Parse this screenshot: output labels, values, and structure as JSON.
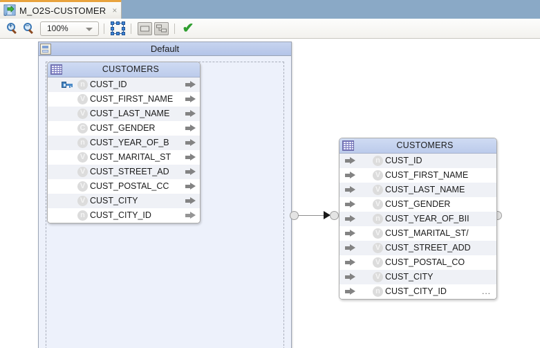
{
  "window": {
    "tab": {
      "icon": "mapping-editor-icon",
      "title": "M_O2S-CUSTOMER",
      "close_label": "×"
    }
  },
  "toolbar": {
    "zoom_in_label": "+",
    "zoom_in_name": "zoom-in-icon",
    "zoom_out_label": "−",
    "zoom_out_name": "zoom-out-icon",
    "zoom_value": "100%",
    "zoom_options": [
      "100%"
    ],
    "fit_selection_name": "fit-to-selection-icon",
    "show_attributes_name": "show-attributes-icon",
    "auto_layout_name": "auto-layout-icon",
    "validate_name": "validate-check-icon",
    "validate_label": "✔"
  },
  "canvas": {
    "pane": {
      "title": "Default",
      "icon": "swimlane-icon"
    },
    "connector": {
      "source_anchor": "source-port",
      "target_anchor": "target-port",
      "arrow": "flow-arrow"
    },
    "entities": [
      {
        "id": "source-customers",
        "title": "CUSTOMERS",
        "icon": "table-icon",
        "arrow_side": "right",
        "truncated_last_arrow": true,
        "columns": [
          {
            "name": "CUST_ID",
            "type": "n",
            "pk": true,
            "truncated": false
          },
          {
            "name": "CUST_FIRST_NAME",
            "type": "V",
            "pk": false,
            "truncated": true
          },
          {
            "name": "CUST_LAST_NAME",
            "type": "V",
            "pk": false,
            "truncated": false
          },
          {
            "name": "CUST_GENDER",
            "type": "C",
            "pk": false,
            "truncated": false
          },
          {
            "name": "CUST_YEAR_OF_B",
            "type": "n",
            "pk": false,
            "truncated": true
          },
          {
            "name": "CUST_MARITAL_ST",
            "type": "V",
            "pk": false,
            "truncated": true
          },
          {
            "name": "CUST_STREET_AD",
            "type": "V",
            "pk": false,
            "truncated": true
          },
          {
            "name": "CUST_POSTAL_CC",
            "type": "V",
            "pk": false,
            "truncated": true
          },
          {
            "name": "CUST_CITY",
            "type": "V",
            "pk": false,
            "truncated": false
          },
          {
            "name": "CUST_CITY_ID",
            "type": "n",
            "pk": false,
            "truncated": true
          }
        ]
      },
      {
        "id": "target-customers",
        "title": "CUSTOMERS",
        "icon": "table-icon",
        "arrow_side": "left",
        "more_indicator": "...",
        "columns": [
          {
            "name": "CUST_ID",
            "type": "n",
            "pk": false,
            "truncated": false
          },
          {
            "name": "CUST_FIRST_NAME",
            "type": "V",
            "pk": false,
            "truncated": false
          },
          {
            "name": "CUST_LAST_NAME",
            "type": "V",
            "pk": false,
            "truncated": false
          },
          {
            "name": "CUST_GENDER",
            "type": "V",
            "pk": false,
            "truncated": false
          },
          {
            "name": "CUST_YEAR_OF_BII",
            "type": "n",
            "pk": false,
            "truncated": true
          },
          {
            "name": "CUST_MARITAL_ST/",
            "type": "V",
            "pk": false,
            "truncated": true
          },
          {
            "name": "CUST_STREET_ADD",
            "type": "V",
            "pk": false,
            "truncated": true
          },
          {
            "name": "CUST_POSTAL_CO",
            "type": "V",
            "pk": false,
            "truncated": true
          },
          {
            "name": "CUST_CITY",
            "type": "V",
            "pk": false,
            "truncated": false
          },
          {
            "name": "CUST_CITY_ID",
            "type": "n",
            "pk": false,
            "truncated": false
          }
        ]
      }
    ]
  },
  "colors": {
    "tab_accent": "#e8a33d",
    "tabstrip_bg": "#8aa9c6",
    "pane_bg": "#edf1fb",
    "pane_header": "#bccbeb",
    "entity_header": "#c6d3f0",
    "row_alt": "#eff1f6",
    "validate_green": "#2f9e2f"
  }
}
